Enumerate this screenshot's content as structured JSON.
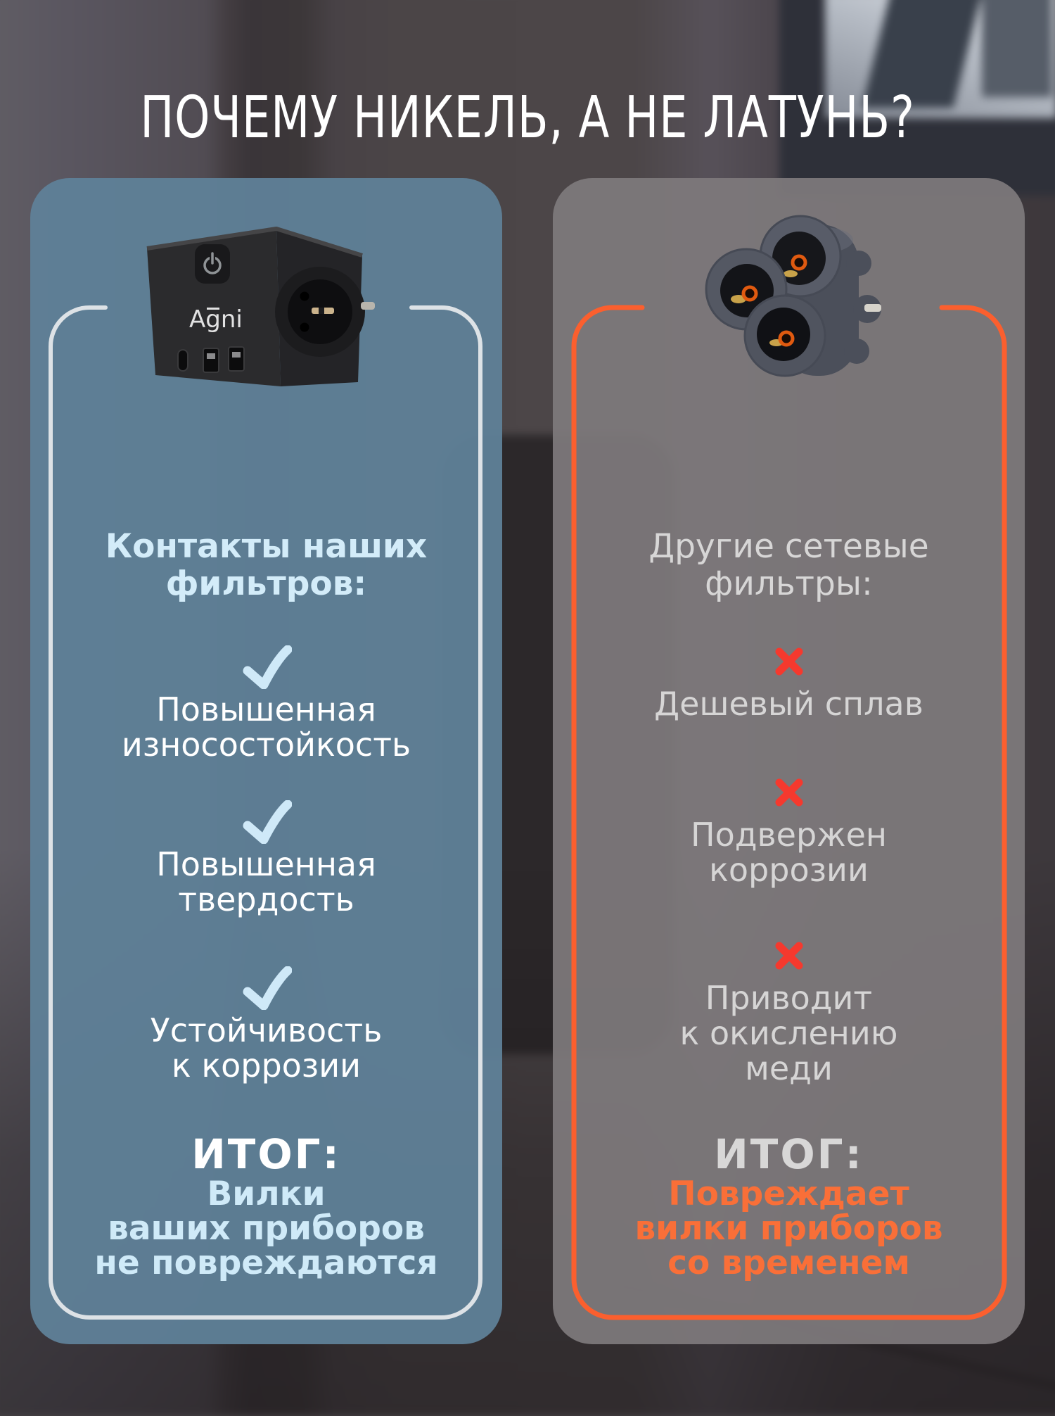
{
  "title": "ПОЧЕМУ НИКЕЛЬ, А НЕ ЛАТУНЬ?",
  "colors": {
    "left_panel_bg": "#5f8198",
    "right_panel_bg": "#7e7a7c",
    "left_frame": "#dde2e6",
    "right_frame": "#fb5f2e",
    "check": "#cfe9f8",
    "cross": "#f5392e",
    "accent_blue_text": "#d3ecf9",
    "accent_orange_text": "#f96f38",
    "title_color": "#ffffff"
  },
  "left_panel": {
    "product": "black-cube-power-strip-photo",
    "brand": "Agni",
    "heading_lines": [
      "Контакты наших",
      "фильтров:"
    ],
    "items": [
      {
        "icon": "check-icon",
        "lines": [
          "Повышенная",
          "износостойкость"
        ]
      },
      {
        "icon": "check-icon",
        "lines": [
          "Повышенная",
          "твердость"
        ]
      },
      {
        "icon": "check-icon",
        "lines": [
          "Устойчивость",
          "к коррозии"
        ]
      }
    ],
    "result": {
      "label": "ИТОГ:",
      "lines": [
        "Вилки",
        "ваших приборов",
        "не повреждаются"
      ]
    }
  },
  "right_panel": {
    "product": "gray-triple-socket-splitter-photo",
    "heading_lines": [
      "Другие сетевые",
      "фильтры:"
    ],
    "items": [
      {
        "icon": "cross-icon",
        "lines": [
          "Дешевый сплав"
        ]
      },
      {
        "icon": "cross-icon",
        "lines": [
          "Подвержен",
          "коррозии"
        ]
      },
      {
        "icon": "cross-icon",
        "lines": [
          "Приводит",
          "к окислению",
          "меди"
        ]
      }
    ],
    "result": {
      "label": "ИТОГ:",
      "lines": [
        "Повреждает",
        "вилки приборов",
        "со временем"
      ]
    }
  }
}
